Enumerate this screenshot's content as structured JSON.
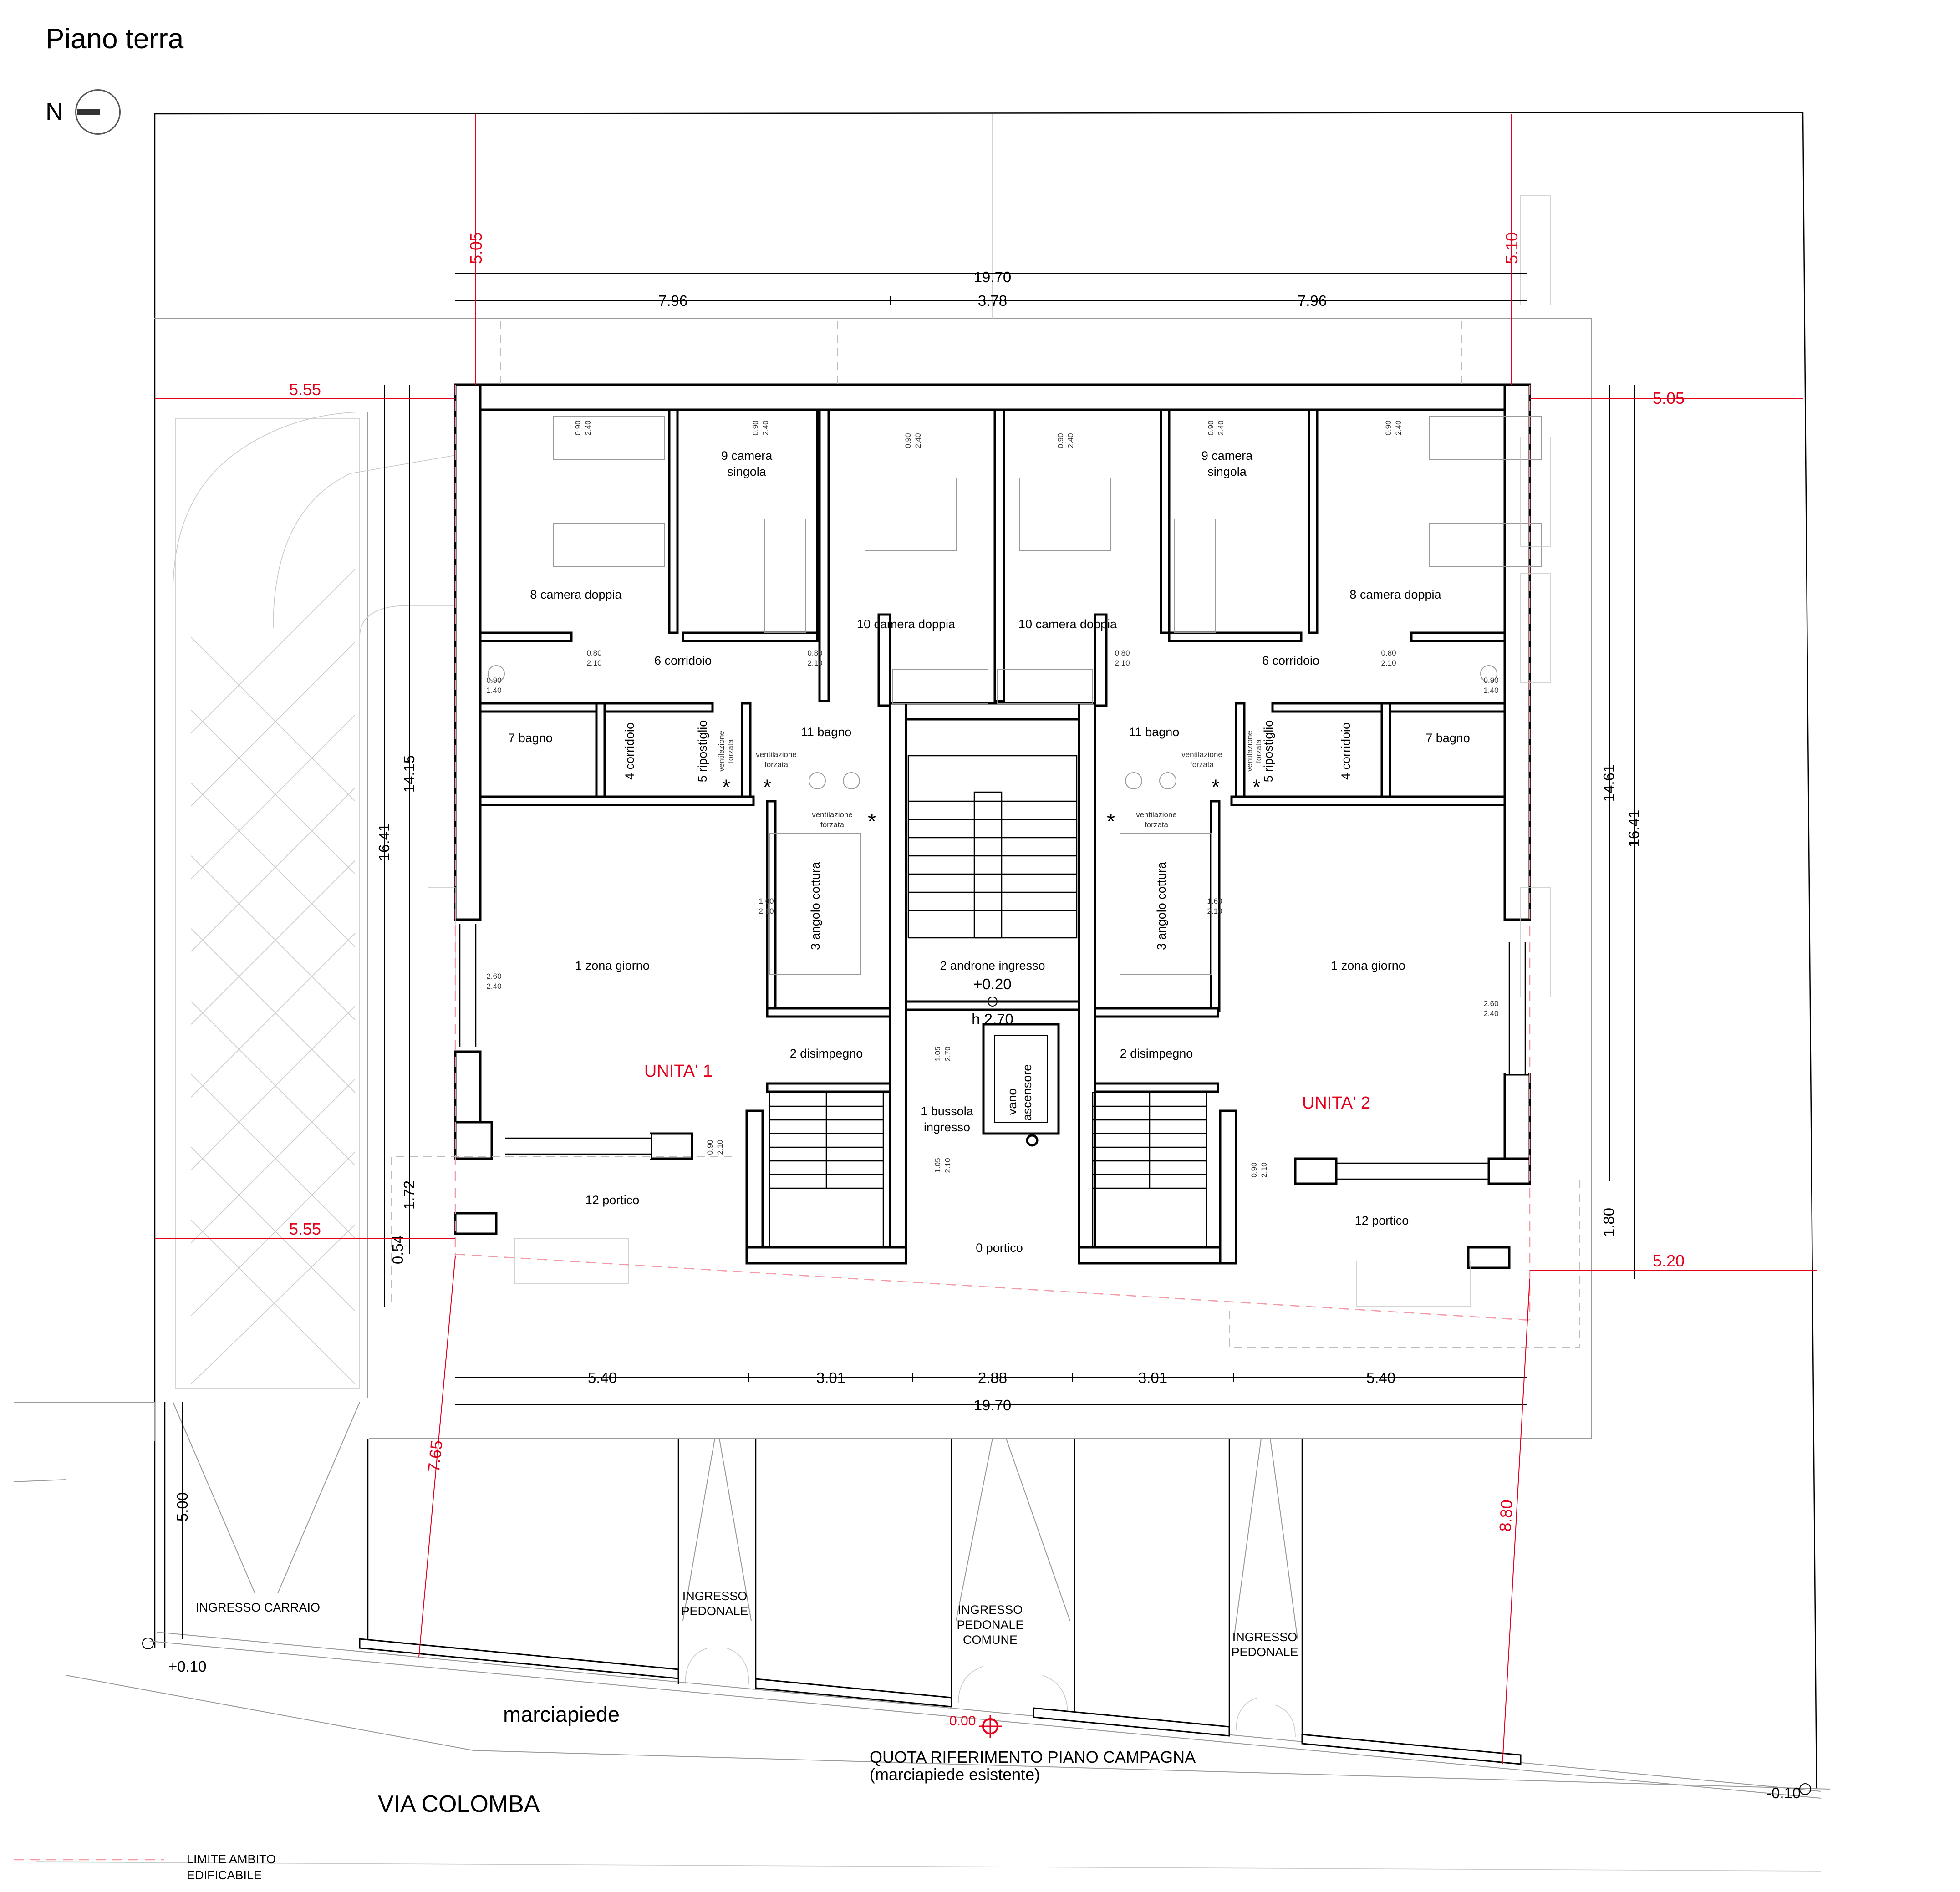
{
  "title": "Piano terra",
  "north_label": "N",
  "street": "VIA COLOMBA",
  "sidewalk": "marciapiede",
  "reference": {
    "value": "0.00",
    "line1": "QUOTA RIFERIMENTO PIANO CAMPAGNA",
    "line2": "(marciapiede esistente)"
  },
  "elevations": {
    "left": "+0.10",
    "right": "-0.10",
    "entrance": "+0.20",
    "height": "h 2.70"
  },
  "legend": {
    "line1": "LIMITE AMBITO",
    "line2": "EDIFICABILE"
  },
  "units": {
    "unit1": "UNITA' 1",
    "unit2": "UNITA' 2"
  },
  "entrances": {
    "carraio": "INGRESSO CARRAIO",
    "pedonale_left": [
      "INGRESSO",
      "PEDONALE"
    ],
    "comune": [
      "INGRESSO",
      "PEDONALE",
      "COMUNE"
    ],
    "pedonale_right": [
      "INGRESSO",
      "PEDONALE"
    ]
  },
  "rooms": {
    "left": {
      "camera_doppia_8": "8 camera doppia",
      "camera_singola_9": [
        "9 camera",
        "singola"
      ],
      "camera_doppia_10": "10 camera doppia",
      "corridoio_6": "6 corridoio",
      "bagno_7": "7 bagno",
      "corridoio_4": "4 corridoio",
      "ripostiglio_5": "5 ripostiglio",
      "bagno_11": "11 bagno",
      "angolo_cottura_3": "3 angolo cottura",
      "zona_giorno_1": "1 zona giorno",
      "disimpegno_2": "2 disimpegno",
      "portico_12": "12 portico"
    },
    "right": {
      "camera_doppia_8": "8 camera doppia",
      "camera_singola_9": [
        "9 camera",
        "singola"
      ],
      "camera_doppia_10": "10 camera doppia",
      "corridoio_6": "6 corridoio",
      "bagno_7": "7 bagno",
      "corridoio_4": "4 corridoio",
      "ripostiglio_5": "5 ripostiglio",
      "bagno_11": "11 bagno",
      "angolo_cottura_3": "3 angolo cottura",
      "zona_giorno_1": "1 zona giorno",
      "disimpegno_2": "2 disimpegno",
      "portico_12": "12 portico"
    },
    "common": {
      "androne": "2 androne ingresso",
      "bussola": [
        "1 bussola",
        "ingresso"
      ],
      "vano": [
        "vano",
        "ascensore"
      ],
      "portico_0": "0 portico"
    }
  },
  "notes": {
    "ventilazione": [
      "ventilazione",
      "forzata"
    ]
  },
  "openings": {
    "w_090_240": [
      "0.90",
      "2.40"
    ],
    "d_080_210": [
      "0.80",
      "2.10"
    ],
    "w_090_140": [
      "0.90",
      "1.40"
    ],
    "w_160_210": [
      "1.60",
      "2.10"
    ],
    "w_260_240": [
      "2.60",
      "2.40"
    ],
    "d_090_210": [
      "0.90",
      "2.10"
    ],
    "d_105_270": [
      "1.05",
      "2.70"
    ],
    "d_105_210": [
      "1.05",
      "2.10"
    ]
  },
  "dimensions": {
    "top_total": "19.70",
    "top_parts": [
      "7.96",
      "3.78",
      "7.96"
    ],
    "bottom_parts": [
      "5.40",
      "3.01",
      "2.88",
      "3.01",
      "5.40"
    ],
    "bottom_total": "19.70",
    "left_outer": "16.41",
    "left_inner": "14.15",
    "left_portico": "1.72",
    "left_small": "0.54",
    "right_outer": "16.41",
    "right_inner": "14.61",
    "right_portico": "1.80",
    "carraio_depth": "5.00"
  },
  "setbacks": {
    "top_left": "5.05",
    "top_right": "5.10",
    "left_upper": "5.55",
    "left_lower": "5.55",
    "right_upper": "5.05",
    "right_lower": "5.20",
    "front_left": "7.65",
    "front_right": "8.80"
  }
}
